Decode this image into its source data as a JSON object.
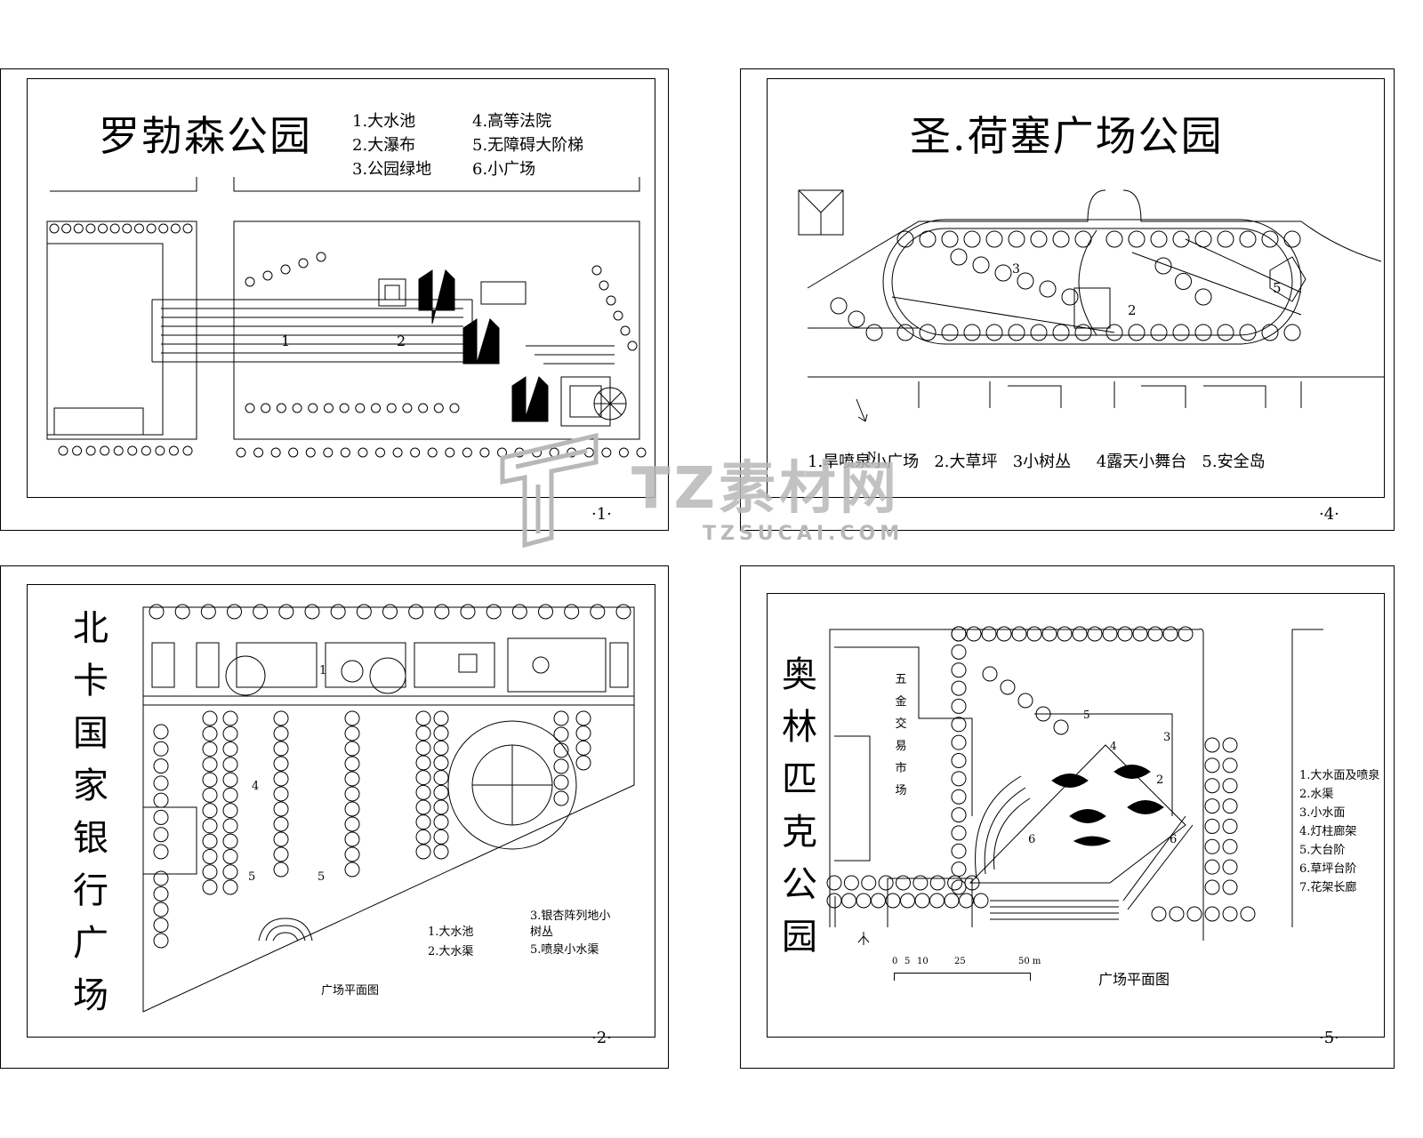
{
  "sheets": [
    {
      "title": "罗勃森公园",
      "legend_left": [
        "1.大水池",
        "2.大瀑布",
        "3.公园绿地"
      ],
      "legend_right": [
        "4.高等法院",
        "5.无障碍大阶梯",
        "6.小广场"
      ],
      "page": "·1·"
    },
    {
      "title": "圣.荷塞广场公园",
      "legend": [
        "1.旱喷泉小广场",
        "2.大草坪",
        "3小树丛",
        "4露天小舞台",
        "5.安全岛"
      ],
      "north": "N",
      "page": "·4·"
    },
    {
      "title": "北卡国家银行广场",
      "legend": [
        "1.大水池",
        "2.大水渠",
        "3.银杏阵列地小树丛",
        "5.喷泉小水渠"
      ],
      "caption": "广场平面图",
      "page": "·2·"
    },
    {
      "title": "奥林匹克公园",
      "legend": [
        "1.大水面及喷泉",
        "2.水渠",
        "3.小水面",
        "4.灯柱廊架",
        "5.大台阶",
        "6.草坪台阶",
        "7.花架长廊"
      ],
      "building_label": "五金交易市场",
      "scale": [
        "0",
        "5",
        "10",
        "25",
        "50 m"
      ],
      "caption": "广场平面图",
      "page": "·5·"
    }
  ],
  "watermark": {
    "brand": "TZ素材网",
    "url": "TZSUCAI.COM",
    "color": "#b8b8b8"
  }
}
